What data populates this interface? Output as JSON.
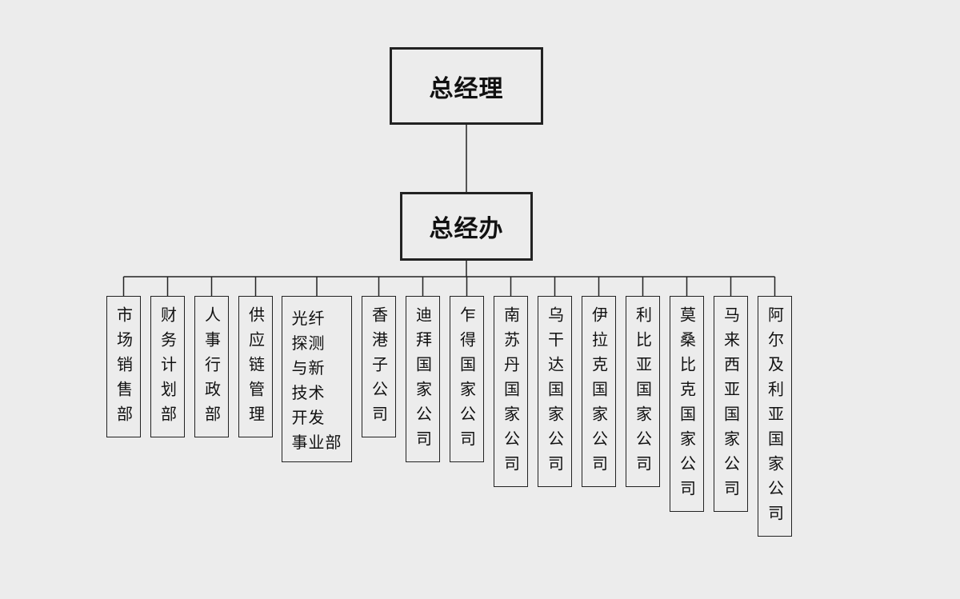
{
  "org": {
    "root": "总经理",
    "office": "总经办",
    "departments": [
      "市场销售部",
      "财务计划部",
      "人事行政部",
      "供应链管理",
      "光纤\n探测\n与新\n技术\n开发\n事业部",
      "香港子公司",
      "迪拜国家公司",
      "乍得国家公司",
      "南苏丹国家公司",
      "乌干达国家公司",
      "伊拉克国家公司",
      "利比亚国家公司",
      "莫桑比克国家公司",
      "马来西亚国家公司",
      "阿尔及利亚国家公司"
    ]
  }
}
